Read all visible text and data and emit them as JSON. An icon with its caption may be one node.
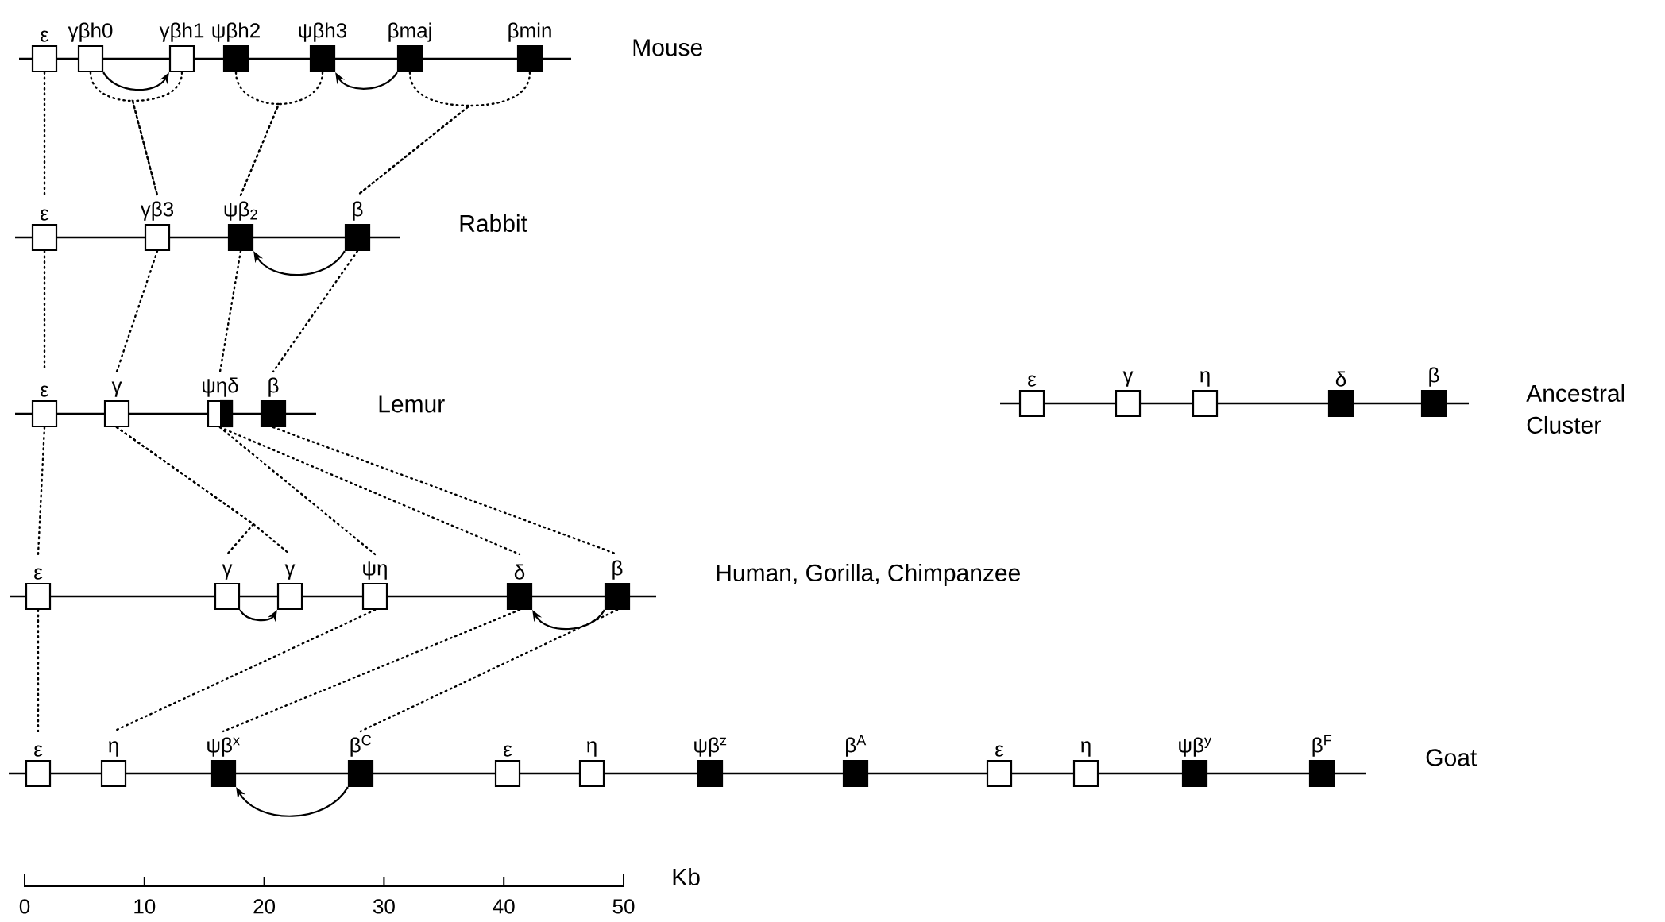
{
  "diagram": {
    "nodes": [
      {
        "text": [
          "ε"
        ]
      },
      {
        "text": [
          "γβh0"
        ]
      },
      {
        "text": [
          "γβh1"
        ]
      },
      {
        "text": [
          "ψβh2"
        ]
      },
      {
        "text": [
          "ψβh3"
        ]
      },
      {
        "text": [
          "βmaj"
        ]
      },
      {
        "text": [
          "βmin"
        ]
      },
      {
        "text": [
          "ε"
        ]
      },
      {
        "text": [
          "γβ3"
        ]
      },
      {
        "text": [
          "ψβ$_{2}$"
        ]
      },
      {
        "text": [
          "β"
        ]
      },
      {
        "text": [
          "ε"
        ]
      },
      {
        "text": [
          "γ"
        ]
      },
      {
        "text": [
          "ψηδ"
        ]
      },
      {
        "text": [
          "β"
        ]
      },
      {
        "text": [
          "ε"
        ]
      },
      {
        "text": [
          "γ"
        ]
      },
      {
        "text": [
          "γ"
        ]
      },
      {
        "text": [
          "ψη"
        ]
      },
      {
        "text": [
          "δ"
        ]
      },
      {
        "text": [
          "β"
        ]
      },
      {
        "text": [
          "ε"
        ]
      },
      {
        "text": [
          "η"
        ]
      },
      {
        "text": [
          "ψβ$^{x}$"
        ]
      },
      {
        "text": [
          "β$^{C}$"
        ]
      },
      {
        "text": [
          "ε"
        ]
      },
      {
        "text": [
          "η"
        ]
      },
      {
        "text": [
          "ψβ$^{z}$"
        ]
      },
      {
        "text": [
          "β$^{A}$"
        ]
      },
      {
        "text": [
          "ε"
        ]
      },
      {
        "text": [
          "η"
        ]
      },
      {
        "text": [
          "ψβ$^{y}$"
        ]
      },
      {
        "text": [
          "β$^{F}$"
        ]
      },
      {
        "text": [
          "ε"
        ]
      },
      {
        "text": [
          "γ"
        ]
      },
      {
        "text": [
          "η"
        ]
      },
      {
        "text": [
          "δ"
        ]
      },
      {
        "text": [
          "β"
        ]
      }
    ],
    "edges": [
      {
        "from": 0,
        "to": 7,
        "arrow": "none",
        "style": "dashed"
      },
      {
        "from": 1,
        "to": 8,
        "arrow": "none",
        "style": "dashed"
      },
      {
        "from": 2,
        "to": 8,
        "arrow": "none",
        "style": "dashed"
      },
      {
        "from": 3,
        "to": 9,
        "arrow": "none",
        "style": "dashed"
      },
      {
        "from": 4,
        "to": 9,
        "arrow": "none",
        "style": "dashed"
      },
      {
        "from": 5,
        "to": 10,
        "arrow": "none",
        "style": "dashed"
      },
      {
        "from": 6,
        "to": 10,
        "arrow": "none",
        "style": "dashed"
      },
      {
        "from": 7,
        "to": 11,
        "arrow": "none",
        "style": "dashed"
      },
      {
        "from": 8,
        "to": 12,
        "arrow": "none",
        "style": "dashed"
      },
      {
        "from": 9,
        "to": 13,
        "arrow": "none",
        "style": "dashed"
      },
      {
        "from": 10,
        "to": 14,
        "arrow": "none",
        "style": "dashed"
      },
      {
        "from": 11,
        "to": 15,
        "arrow": "none",
        "style": "dashed"
      },
      {
        "from": 12,
        "to": 16,
        "arrow": "none",
        "style": "dashed"
      },
      {
        "from": 12,
        "to": 17,
        "arrow": "none",
        "style": "dashed"
      },
      {
        "from": 13,
        "to": 18,
        "arrow": "none",
        "style": "dashed"
      },
      {
        "from": 13,
        "to": 19,
        "arrow": "none",
        "style": "dashed"
      },
      {
        "from": 14,
        "to": 20,
        "arrow": "none",
        "style": "dashed"
      },
      {
        "from": 15,
        "to": 21,
        "arrow": "none",
        "style": "dashed"
      },
      {
        "from": 18,
        "to": 22,
        "arrow": "none",
        "style": "dashed"
      },
      {
        "from": 19,
        "to": 23,
        "arrow": "none",
        "style": "dashed"
      },
      {
        "from": 20,
        "to": 24,
        "arrow": "none",
        "style": "dashed"
      },
      {
        "from": 1,
        "to": 2,
        "arrow": "to"
      },
      {
        "from": 5,
        "to": 4,
        "arrow": "to"
      },
      {
        "from": 10,
        "to": 9,
        "arrow": "to"
      },
      {
        "from": 16,
        "to": 17,
        "arrow": "to"
      },
      {
        "from": 20,
        "to": 19,
        "arrow": "to"
      },
      {
        "from": 24,
        "to": 23,
        "arrow": "to"
      }
    ],
    "labels": [
      "Mouse",
      "Rabbit",
      "Lemur",
      "Ancestral Cluster",
      "Human, Gorilla, Chimpanzee",
      "Goat",
      "Kb",
      "0",
      "10",
      "20",
      "30",
      "40",
      "50"
    ]
  }
}
